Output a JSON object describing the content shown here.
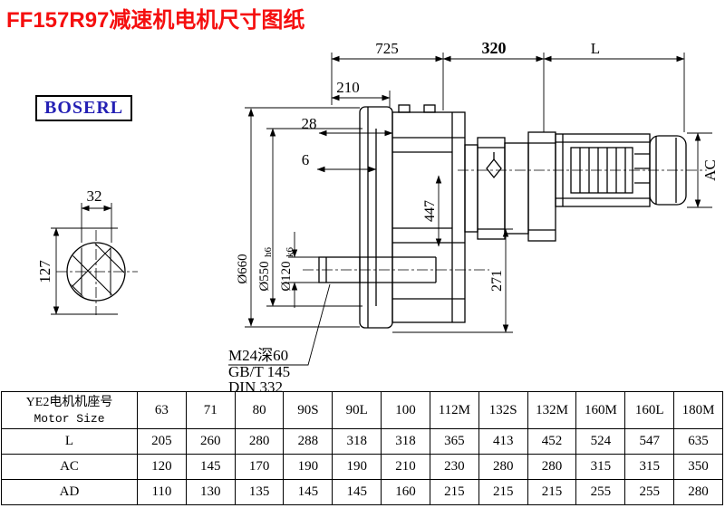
{
  "page": {
    "title": "FF157R97减速机电机尺寸图纸",
    "logo": "BOSERL"
  },
  "dims": {
    "total_725": "725",
    "mid_320": "320",
    "motor_L": "L",
    "d210": "210",
    "d28": "28",
    "d6": "6",
    "d32": "32",
    "d127": "127",
    "flange_od": "Ø660",
    "spigot_main": "Ø550",
    "spigot_tol": "h6",
    "shaft_main": "Ø120",
    "shaft_tol": "k6",
    "d447": "447",
    "d271": "271",
    "motor_ac": "AC"
  },
  "notes": {
    "thread": "M24深60",
    "std1": "GB/T 145",
    "std2": "DIN 332"
  },
  "table": {
    "header_cn": "YE2电机机座号",
    "header_en": "Motor Size",
    "columns": [
      "63",
      "71",
      "80",
      "90S",
      "90L",
      "100",
      "112M",
      "132S",
      "132M",
      "160M",
      "160L",
      "180M"
    ],
    "rows": [
      {
        "label": "L",
        "values": [
          "205",
          "260",
          "280",
          "288",
          "318",
          "318",
          "365",
          "413",
          "452",
          "524",
          "547",
          "635"
        ]
      },
      {
        "label": "AC",
        "values": [
          "120",
          "145",
          "170",
          "190",
          "190",
          "210",
          "230",
          "280",
          "280",
          "315",
          "315",
          "350"
        ]
      },
      {
        "label": "AD",
        "values": [
          "110",
          "130",
          "135",
          "145",
          "145",
          "160",
          "215",
          "215",
          "215",
          "255",
          "255",
          "280"
        ]
      }
    ]
  }
}
